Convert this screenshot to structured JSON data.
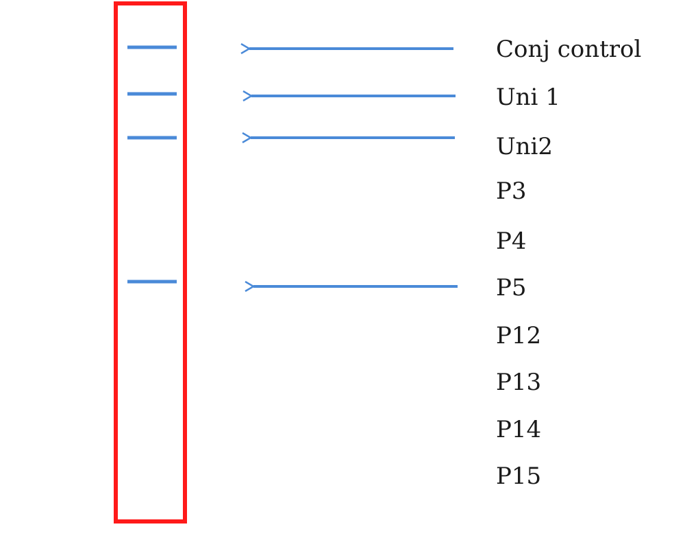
{
  "colors": {
    "strip_border": "#ff1a1a",
    "band": "#4a8ad8",
    "arrow": "#4a8ad8",
    "label": "#1a1a1a",
    "background": "#ffffff"
  },
  "bands": [
    {
      "label": "Conj control",
      "present": true
    },
    {
      "label": "Uni 1",
      "present": true
    },
    {
      "label": "Uni2",
      "present": true
    },
    {
      "label": "P3",
      "present": false
    },
    {
      "label": "P4",
      "present": false
    },
    {
      "label": "P5",
      "present": true
    },
    {
      "label": "P12",
      "present": false
    },
    {
      "label": "P13",
      "present": false
    },
    {
      "label": "P14",
      "present": false
    },
    {
      "label": "P15",
      "present": false
    }
  ]
}
